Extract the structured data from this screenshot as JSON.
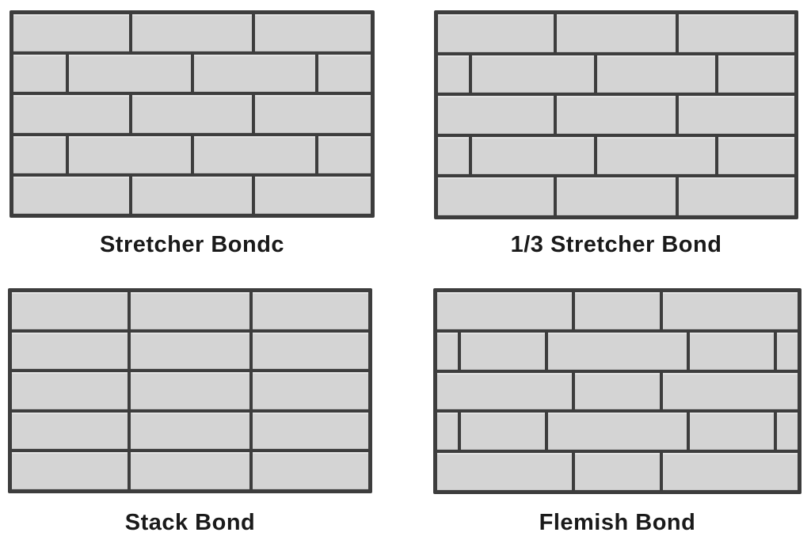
{
  "page": {
    "background": "#ffffff",
    "description": "Four brick masonry bond pattern diagrams in a 2x2 grid"
  },
  "colors": {
    "brick_fill": "#d4d4d4",
    "mortar_line": "#3d3d3d",
    "label_text": "#1a1a1a"
  },
  "diagrams": [
    {
      "id": "stretcher-bond",
      "label": "Stretcher Bondc",
      "courses": [
        [
          33,
          34,
          33
        ],
        [
          15,
          35,
          35,
          15
        ],
        [
          33,
          34,
          33
        ],
        [
          15,
          35,
          35,
          15
        ],
        [
          33,
          34,
          33
        ]
      ]
    },
    {
      "id": "one-third-stretcher-bond",
      "label": "1/3 Stretcher Bond",
      "courses": [
        [
          33,
          34,
          33
        ],
        [
          9,
          35,
          34,
          22
        ],
        [
          33,
          34,
          33
        ],
        [
          9,
          35,
          34,
          22
        ],
        [
          33,
          34,
          33
        ]
      ]
    },
    {
      "id": "stack-bond",
      "label": "Stack Bond",
      "courses": [
        [
          33,
          34,
          33
        ],
        [
          33,
          34,
          33
        ],
        [
          33,
          34,
          33
        ],
        [
          33,
          34,
          33
        ],
        [
          33,
          34,
          33
        ]
      ]
    },
    {
      "id": "flemish-bond",
      "label": "Flemish Bond",
      "courses": [
        [
          38,
          24,
          38
        ],
        [
          6,
          24,
          40,
          24,
          6
        ],
        [
          38,
          24,
          38
        ],
        [
          6,
          24,
          40,
          24,
          6
        ],
        [
          38,
          24,
          38
        ]
      ]
    }
  ]
}
